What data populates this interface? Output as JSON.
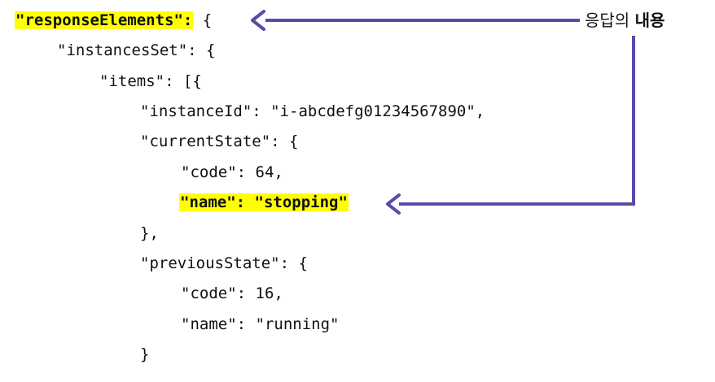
{
  "code_lines": [
    {
      "highlight": "\"responseElements\":",
      "rest": " {"
    },
    {
      "text": "\"instancesSet\": {"
    },
    {
      "text": "\"items\": [{"
    },
    {
      "text": "\"instanceId\": \"i-abcdefg01234567890\","
    },
    {
      "text": "\"currentState\": {"
    },
    {
      "text": "\"code\": 64,"
    },
    {
      "highlight": "\"name\": \"stopping\"",
      "rest": ""
    },
    {
      "text": "},"
    },
    {
      "text": "\"previousState\": {"
    },
    {
      "text": "\"code\": 16,"
    },
    {
      "text": "\"name\": \"running\""
    },
    {
      "text": "}"
    }
  ],
  "annotation": {
    "prefix": "응답의 ",
    "bold": "내용"
  },
  "colors": {
    "highlight": "#ffff00",
    "arrow": "#5b4aa8",
    "text": "#111111"
  }
}
